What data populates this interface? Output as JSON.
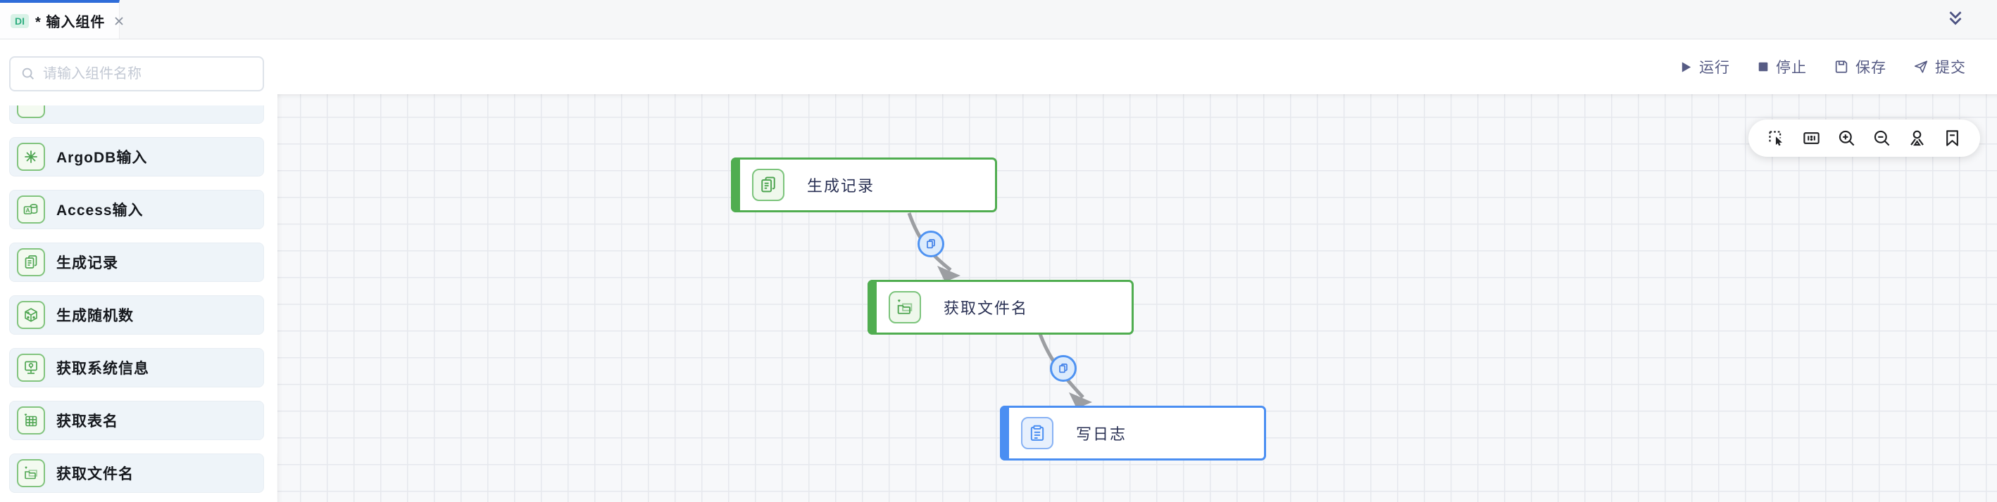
{
  "tab_bar": {
    "tab": {
      "badge": "DI",
      "title": "* 输入组件"
    }
  },
  "sidebar": {
    "search": {
      "placeholder": "请输入组件名称"
    },
    "items": [
      {
        "label": "",
        "icon": "partial-item-icon"
      },
      {
        "label": "ArgoDB输入",
        "icon": "argodb-icon"
      },
      {
        "label": "Access输入",
        "icon": "access-icon"
      },
      {
        "label": "生成记录",
        "icon": "generate-records-icon"
      },
      {
        "label": "生成随机数",
        "icon": "random-number-icon"
      },
      {
        "label": "获取系统信息",
        "icon": "system-info-icon"
      },
      {
        "label": "获取表名",
        "icon": "table-name-icon"
      },
      {
        "label": "获取文件名",
        "icon": "file-name-icon"
      }
    ]
  },
  "actions": {
    "run": "运行",
    "stop": "停止",
    "save": "保存",
    "submit": "提交"
  },
  "canvas": {
    "tools": [
      "marquee-select",
      "fit-view",
      "zoom-in",
      "zoom-out",
      "locate",
      "bookmark"
    ],
    "nodes": [
      {
        "label": "生成记录",
        "color": "green",
        "icon": "generate-records-icon"
      },
      {
        "label": "获取文件名",
        "color": "green",
        "icon": "file-name-icon"
      },
      {
        "label": "写日志",
        "color": "blue",
        "icon": "write-log-icon"
      }
    ],
    "edges": [
      {
        "from": "生成记录",
        "to": "获取文件名",
        "hop_icon": "copy-icon"
      },
      {
        "from": "获取文件名",
        "to": "写日志",
        "hop_icon": "copy-icon"
      }
    ]
  },
  "colors": {
    "tab_accent": "#2e6cd9",
    "node_green": "#50ad50",
    "node_blue": "#4a8ef2",
    "edge_gray": "#9c9ea2",
    "action_text": "#565b84",
    "badge_green_bg": "#d8f2e7",
    "badge_green_text": "#2fae80"
  }
}
